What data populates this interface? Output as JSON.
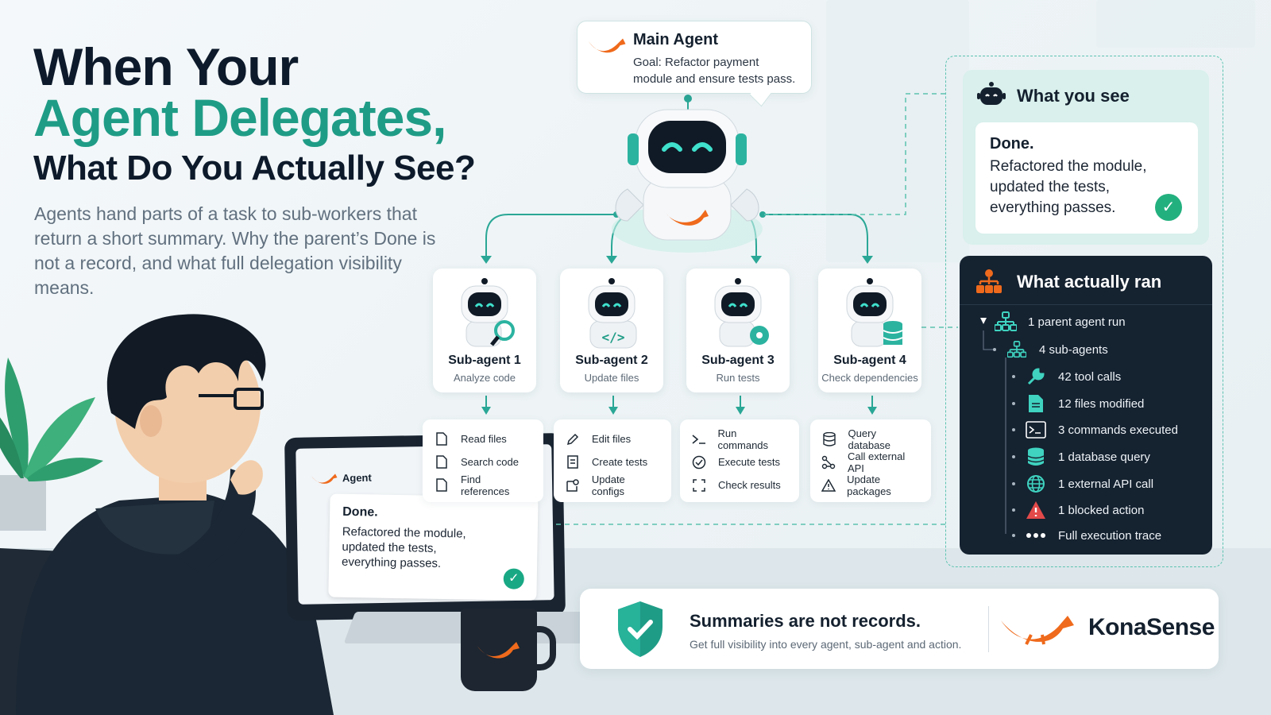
{
  "headline": {
    "line1": "When Your",
    "line2": "Agent Delegates,",
    "line3": "What Do You Actually See?"
  },
  "subtitle": "Agents hand parts of a task to sub-workers that return a short summary. Why the parent’s Done is not a record, and what full delegation visibility means.",
  "main_agent": {
    "title": "Main Agent",
    "goal": "Goal: Refactor payment module and ensure tests pass."
  },
  "sub_agents": [
    {
      "name": "Sub-agent 1",
      "role": "Analyze code",
      "tools": [
        "Read files",
        "Search code",
        "Find references"
      ]
    },
    {
      "name": "Sub-agent 2",
      "role": "Update files",
      "tools": [
        "Edit files",
        "Create tests",
        "Update configs"
      ]
    },
    {
      "name": "Sub-agent 3",
      "role": "Run tests",
      "tools": [
        "Run commands",
        "Execute tests",
        "Check results"
      ]
    },
    {
      "name": "Sub-agent 4",
      "role": "Check dependencies",
      "tools": [
        "Query database",
        "Call external API",
        "Update packages"
      ]
    }
  ],
  "laptop": {
    "brand": "Agent",
    "done": "Done.",
    "message": "Refactored the module,\nupdated the tests,\neverything passes."
  },
  "what_you_see": {
    "title": "What you see",
    "done": "Done.",
    "message": "Refactored the module,\nupdated the tests,\neverything passes."
  },
  "what_ran": {
    "title": "What actually ran",
    "items": [
      {
        "label": "1 parent agent run",
        "icon": "hierarchy-icon"
      },
      {
        "label": "4 sub-agents",
        "icon": "hierarchy-icon"
      },
      {
        "label": "42 tool calls",
        "icon": "wrench-icon"
      },
      {
        "label": "12 files modified",
        "icon": "file-icon"
      },
      {
        "label": "3 commands executed",
        "icon": "terminal-icon"
      },
      {
        "label": "1 database query",
        "icon": "database-icon"
      },
      {
        "label": "1 external API call",
        "icon": "globe-icon"
      },
      {
        "label": "1 blocked action",
        "icon": "warning-icon"
      },
      {
        "label": "Full execution trace",
        "icon": "dots-icon"
      }
    ]
  },
  "footer": {
    "title": "Summaries are not records.",
    "subtitle": "Get full visibility into every agent, sub-agent and action.",
    "brand": "KonaSense"
  },
  "colors": {
    "accent": "#1f9c86",
    "brand_orange": "#ef6a1c",
    "dark": "#152230",
    "teal_light": "#d9f0ec"
  }
}
